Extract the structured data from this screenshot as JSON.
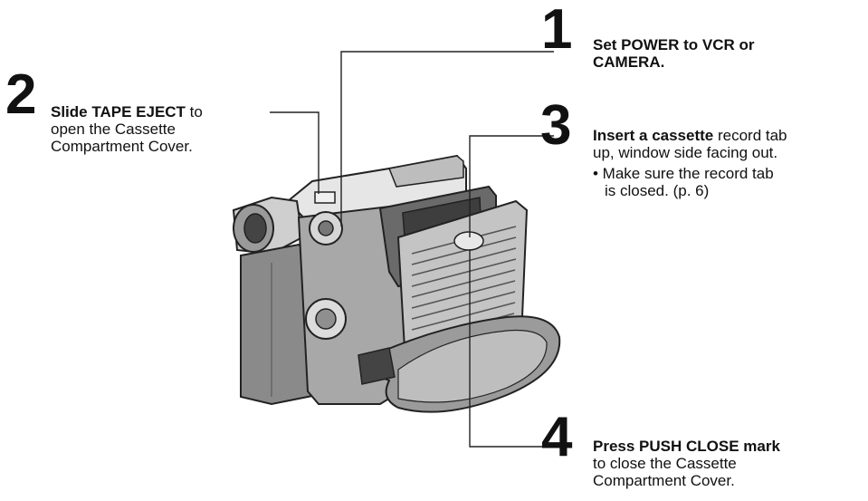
{
  "steps": {
    "step1": {
      "number": "1",
      "bold": "Set POWER to VCR or",
      "line2": "CAMERA."
    },
    "step2": {
      "number": "2",
      "bold": "Slide TAPE EJECT",
      "rest": " to",
      "line2": "open the Cassette",
      "line3": "Compartment Cover."
    },
    "step3": {
      "number": "3",
      "bold": "Insert a cassette",
      "rest": " record tab",
      "line2": "up, window side facing out.",
      "bullet1": "• Make sure the record tab",
      "bullet2": "is closed. (p. 6)"
    },
    "step4": {
      "number": "4",
      "bold": "Press PUSH CLOSE mark",
      "line2": "to close the Cassette",
      "line3": "Compartment Cover."
    }
  },
  "colors": {
    "ink": "#111111",
    "body_gray": "#8a8a8a",
    "dark_gray": "#5a5a5a",
    "light_gray": "#d4d4d4"
  }
}
